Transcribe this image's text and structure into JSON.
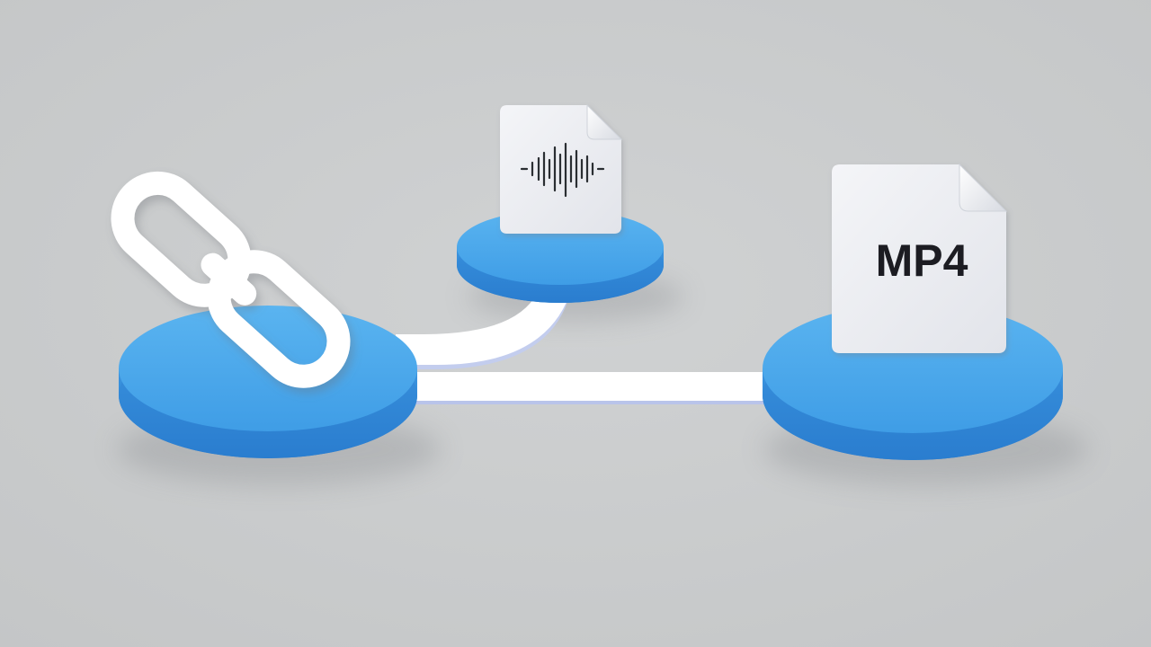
{
  "diagram": {
    "nodes": [
      {
        "id": "link",
        "icon": "link-icon"
      },
      {
        "id": "audio",
        "icon": "audio-file-icon"
      },
      {
        "id": "video",
        "icon": "video-file-icon",
        "label": "MP4"
      }
    ],
    "edges": [
      {
        "from": "link",
        "to": "audio"
      },
      {
        "from": "link",
        "to": "video"
      }
    ]
  },
  "colors": {
    "background": "#cbcdce",
    "platform_top": "#49a6ea",
    "platform_side": "#2f86d6",
    "connector": "#ffffff",
    "file_paper": "#eceef3",
    "mp4_text": "#1b1d20"
  }
}
